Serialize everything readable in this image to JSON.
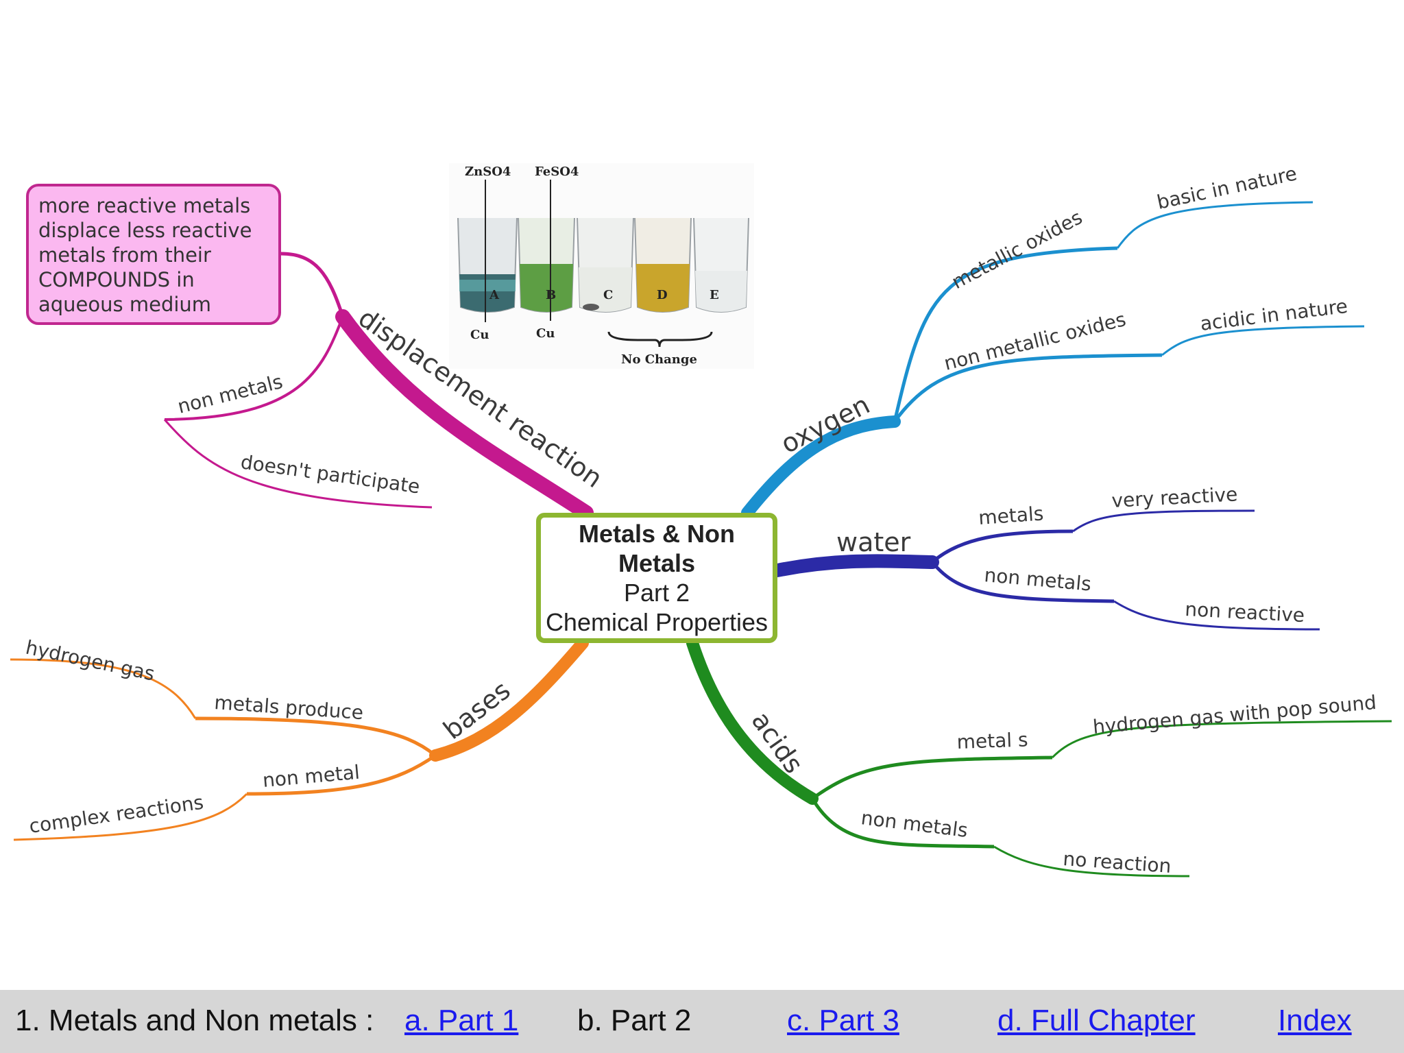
{
  "center": {
    "title": "Metals & Non Metals",
    "part": "Part 2",
    "subtitle": "Chemical Properties"
  },
  "note": {
    "lines": [
      "more reactive metals",
      "displace less reactive",
      "metals from their",
      "COMPOUNDS in",
      "aqueous medium"
    ]
  },
  "branches": {
    "displacement": {
      "label": "displacement reaction",
      "non_metals": "non metals",
      "doesnt_participate": "doesn't participate",
      "color": "#c4198e"
    },
    "oxygen": {
      "label": "oxygen",
      "metallic_oxides": "metallic oxides",
      "basic": "basic in nature",
      "non_metallic_oxides": "non metallic oxides",
      "acidic": "acidic in nature",
      "color": "#1b90cf"
    },
    "water": {
      "label": "water",
      "metals": "metals",
      "very_reactive": "very reactive",
      "non_metals": "non metals",
      "non_reactive": "non reactive",
      "color": "#2b2aa6"
    },
    "acids": {
      "label": "acids",
      "metals": "metal s",
      "hydrogen_pop": "hydrogen gas with pop sound",
      "non_metals": "non metals",
      "no_reaction": "no reaction",
      "color": "#1f8b1f"
    },
    "bases": {
      "label": "bases",
      "metals_produce": "metals produce",
      "hydrogen_gas": "hydrogen gas",
      "non_metal": "non metal",
      "complex": "complex reactions",
      "color": "#f28220"
    }
  },
  "experiment": {
    "top_labels": [
      "ZnSO4",
      "FeSO4"
    ],
    "beakers": [
      "A",
      "B",
      "C",
      "D",
      "E"
    ],
    "bottom_labels": [
      "Cu",
      "Cu"
    ],
    "no_change": "No Change"
  },
  "footer": {
    "prefix": "1. Metals and Non metals :",
    "part1": "a. Part 1",
    "part2": "b. Part 2",
    "part3": "c. Part 3",
    "full": "d. Full Chapter",
    "index": "Index"
  }
}
